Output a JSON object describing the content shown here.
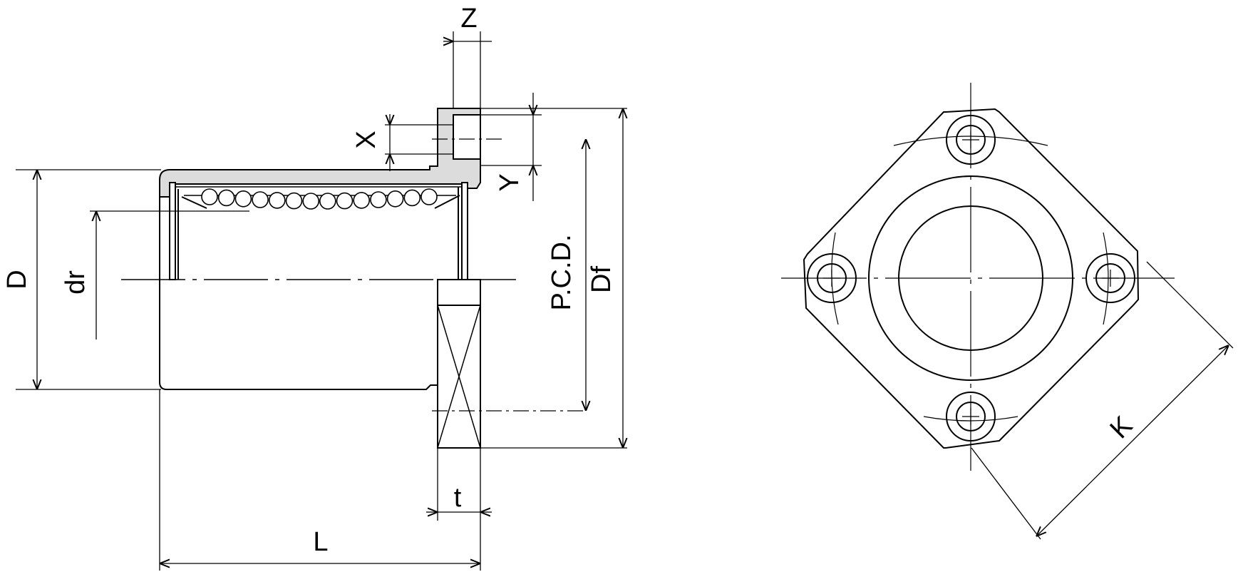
{
  "labels": {
    "z": "Z",
    "x": "X",
    "y": "Y",
    "d": "D",
    "dr": "dr",
    "pcd": "P.C.D.",
    "df": "Df",
    "t": "t",
    "l": "L",
    "k": "K"
  },
  "colors": {
    "line": "#000000",
    "section_fill": "#dcdcdc",
    "ball_fill": "#ffffff",
    "background": "#ffffff"
  }
}
